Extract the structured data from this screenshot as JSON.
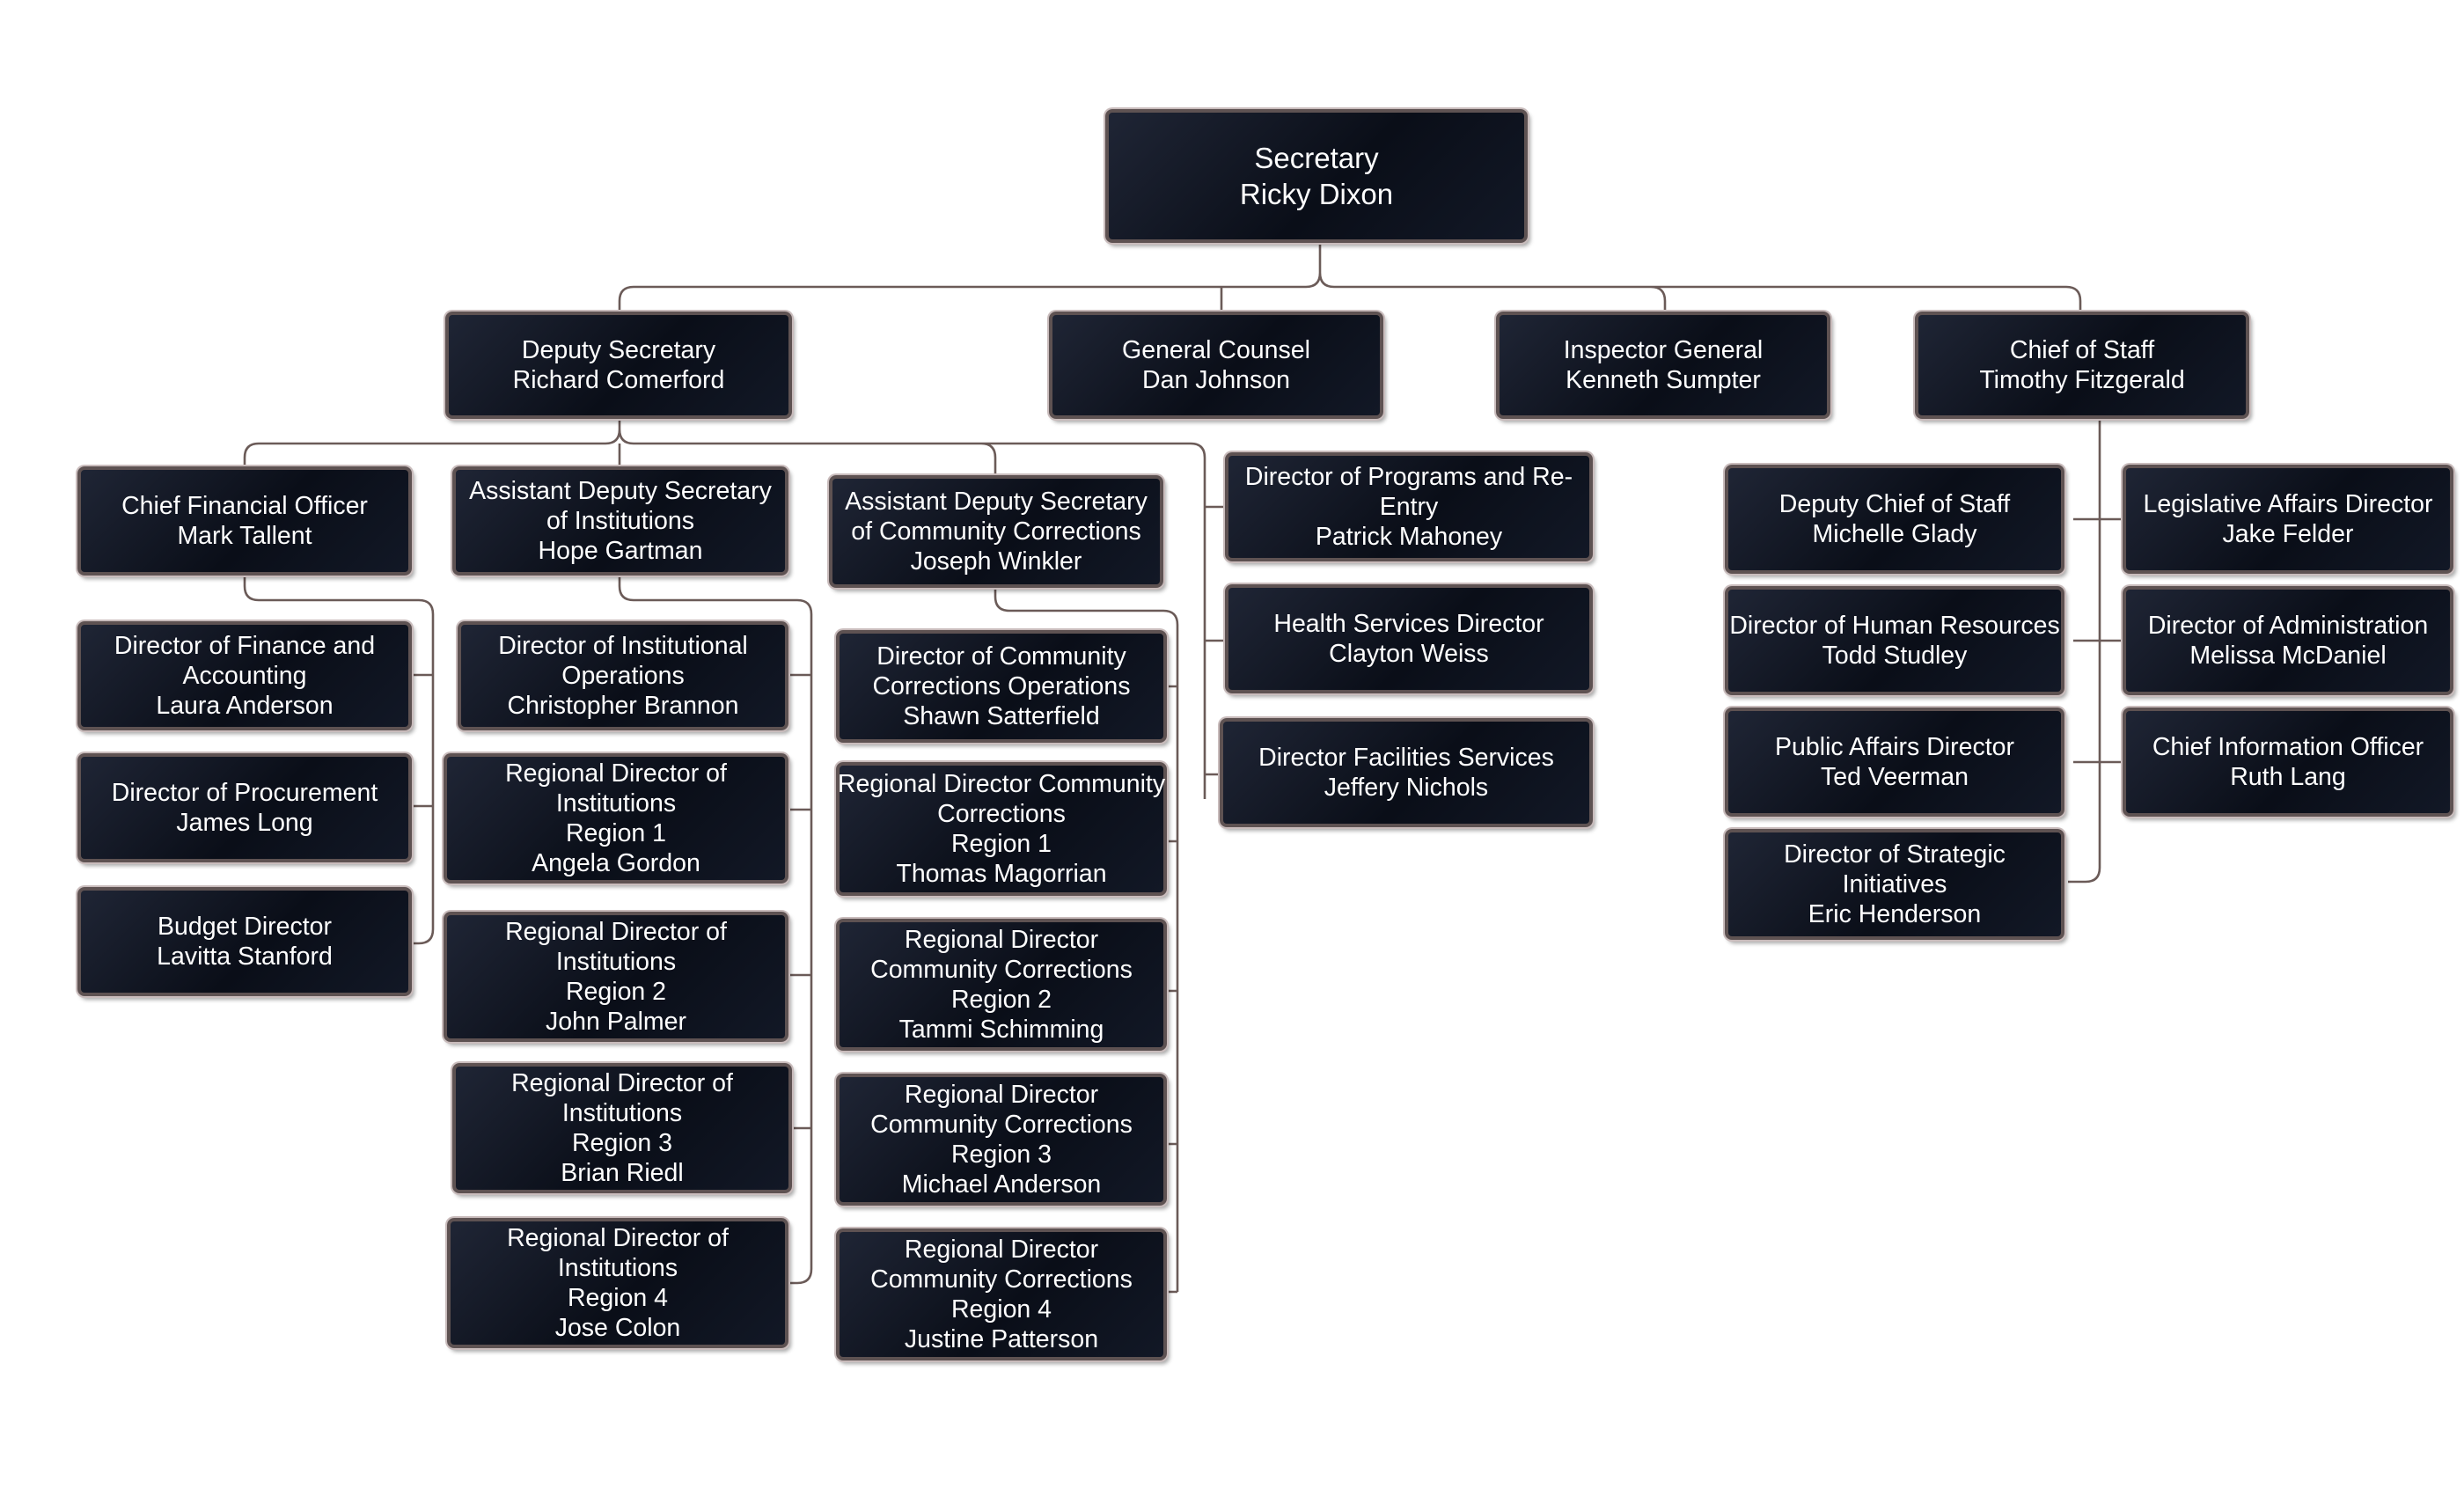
{
  "nodes": {
    "secretary": {
      "title": "Secretary",
      "name": "Ricky Dixon"
    },
    "deputy_secretary": {
      "title": "Deputy Secretary",
      "name": "Richard Comerford"
    },
    "general_counsel": {
      "title": "General Counsel",
      "name": "Dan Johnson"
    },
    "inspector_general": {
      "title": "Inspector General",
      "name": "Kenneth Sumpter"
    },
    "chief_of_staff": {
      "title": "Chief of Staff",
      "name": "Timothy Fitzgerald"
    },
    "cfo": {
      "title": "Chief Financial Officer",
      "name": "Mark Tallent"
    },
    "finance_accounting": {
      "title1": "Director of Finance and",
      "title2": "Accounting",
      "name": "Laura Anderson"
    },
    "procurement": {
      "title": "Director of Procurement",
      "name": "James Long"
    },
    "budget": {
      "title": "Budget Director",
      "name": "Lavitta Stanford"
    },
    "asst_dep_institutions": {
      "title1": "Assistant Deputy Secretary",
      "title2": "of Institutions",
      "name": "Hope Gartman"
    },
    "institutional_ops": {
      "title1": "Director of Institutional",
      "title2": "Operations",
      "name": "Christopher Brannon"
    },
    "rdi_region1": {
      "title1": "Regional Director of",
      "title2": "Institutions",
      "region": "Region 1",
      "name": "Angela Gordon"
    },
    "rdi_region2": {
      "title1": "Regional Director of",
      "title2": "Institutions",
      "region": "Region 2",
      "name": "John Palmer"
    },
    "rdi_region3": {
      "title1": "Regional Director of",
      "title2": "Institutions",
      "region": "Region 3",
      "name": "Brian Riedl"
    },
    "rdi_region4": {
      "title1": "Regional Director of",
      "title2": "Institutions",
      "region": "Region 4",
      "name": "Jose Colon"
    },
    "asst_dep_community": {
      "title1": "Assistant Deputy Secretary",
      "title2": "of Community Corrections",
      "name": "Joseph Winkler"
    },
    "community_ops": {
      "title1": "Director of Community",
      "title2": "Corrections Operations",
      "name": "Shawn Satterfield"
    },
    "rdcc_region1": {
      "title1": "Regional Director Community",
      "title2": "Corrections",
      "region": "Region 1",
      "name": "Thomas Magorrian"
    },
    "rdcc_region2": {
      "title1": "Regional Director",
      "title2": "Community Corrections",
      "region": "Region 2",
      "name": "Tammi Schimming"
    },
    "rdcc_region3": {
      "title1": "Regional Director",
      "title2": "Community Corrections",
      "region": "Region 3",
      "name": "Michael Anderson"
    },
    "rdcc_region4": {
      "title1": "Regional Director",
      "title2": "Community Corrections",
      "region": "Region 4",
      "name": "Justine Patterson"
    },
    "programs_reentry": {
      "title1": "Director of Programs and Re-",
      "title2": "Entry",
      "name": "Patrick Mahoney"
    },
    "health_services": {
      "title": "Health Services Director",
      "name": "Clayton Weiss"
    },
    "facilities": {
      "title": "Director Facilities Services",
      "name": "Jeffery Nichols"
    },
    "deputy_chief_staff": {
      "title": "Deputy Chief of Staff",
      "name": "Michelle Glady"
    },
    "human_resources": {
      "title": "Director of Human Resources",
      "name": "Todd Studley"
    },
    "public_affairs": {
      "title": "Public Affairs Director",
      "name": "Ted  Veerman"
    },
    "strategic_initiatives": {
      "title1": "Director of Strategic",
      "title2": "Initiatives",
      "name": "Eric Henderson"
    },
    "legislative_affairs": {
      "title": "Legislative Affairs Director",
      "name": "Jake Felder"
    },
    "administration": {
      "title": "Director of Administration",
      "name": "Melissa McDaniel"
    },
    "cio": {
      "title": "Chief Information Officer",
      "name": "Ruth Lang"
    }
  }
}
